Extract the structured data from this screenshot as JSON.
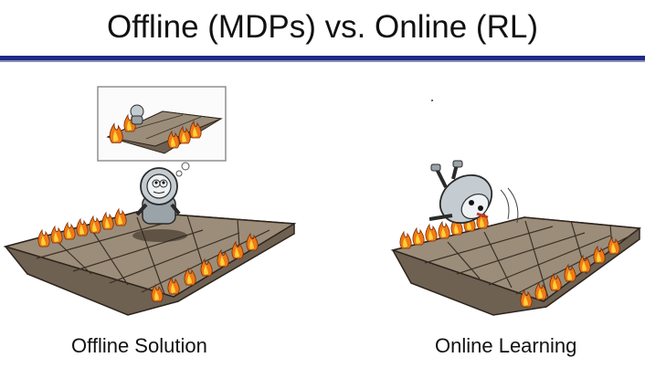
{
  "slide": {
    "title": "Offline (MDPs) vs. Online (RL)",
    "left_caption": "Offline Solution",
    "right_caption": "Online Learning"
  },
  "colors": {
    "title_rule": "#1f2a86",
    "bridge_top": "#9b8d79",
    "bridge_side": "#6e6152",
    "fire_outer": "#f07a16",
    "fire_inner": "#fbd23a"
  },
  "icons": {
    "left_robot": "robot-thinking-icon",
    "right_robot": "robot-falling-icon",
    "thought_bubble": "thought-bubble-icon"
  }
}
